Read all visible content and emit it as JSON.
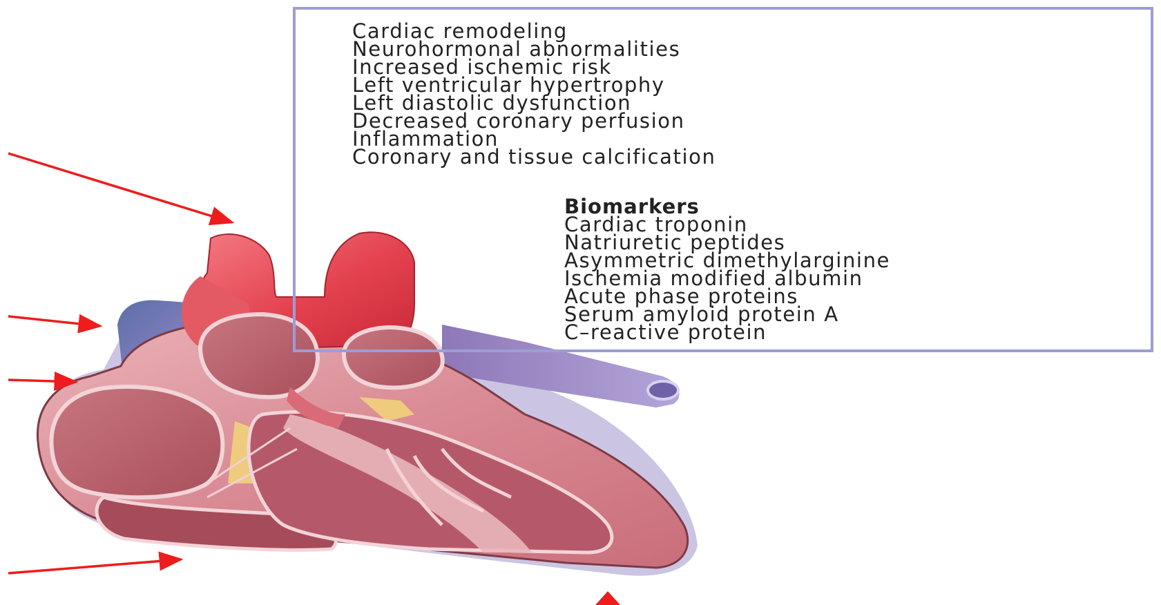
{
  "effects": {
    "items": [
      "Cardiac remodeling",
      "Neurohormonal abnormalities",
      "Increased ischemic risk",
      "Left ventricular hypertrophy",
      "Left diastolic dysfunction",
      "Decreased coronary perfusion",
      "Inflammation",
      "Coronary and tissue calcification"
    ]
  },
  "biomarkers": {
    "heading": "Biomarkers",
    "items": [
      "Cardiac troponin",
      "Natriuretic peptides",
      "Asymmetric dimethylarginine",
      "Ischemia modified albumin",
      "Acute phase proteins",
      "Serum amyloid protein A",
      "C–reactive protein"
    ]
  },
  "colors": {
    "box_border": "#9d9dd4",
    "arrow": "#ee1c1c",
    "aorta": "#e23c48",
    "heart_wall": "#d98590",
    "vein": "#8a7bc0"
  },
  "icons": [
    "heart-illustration",
    "arrow-icon"
  ]
}
